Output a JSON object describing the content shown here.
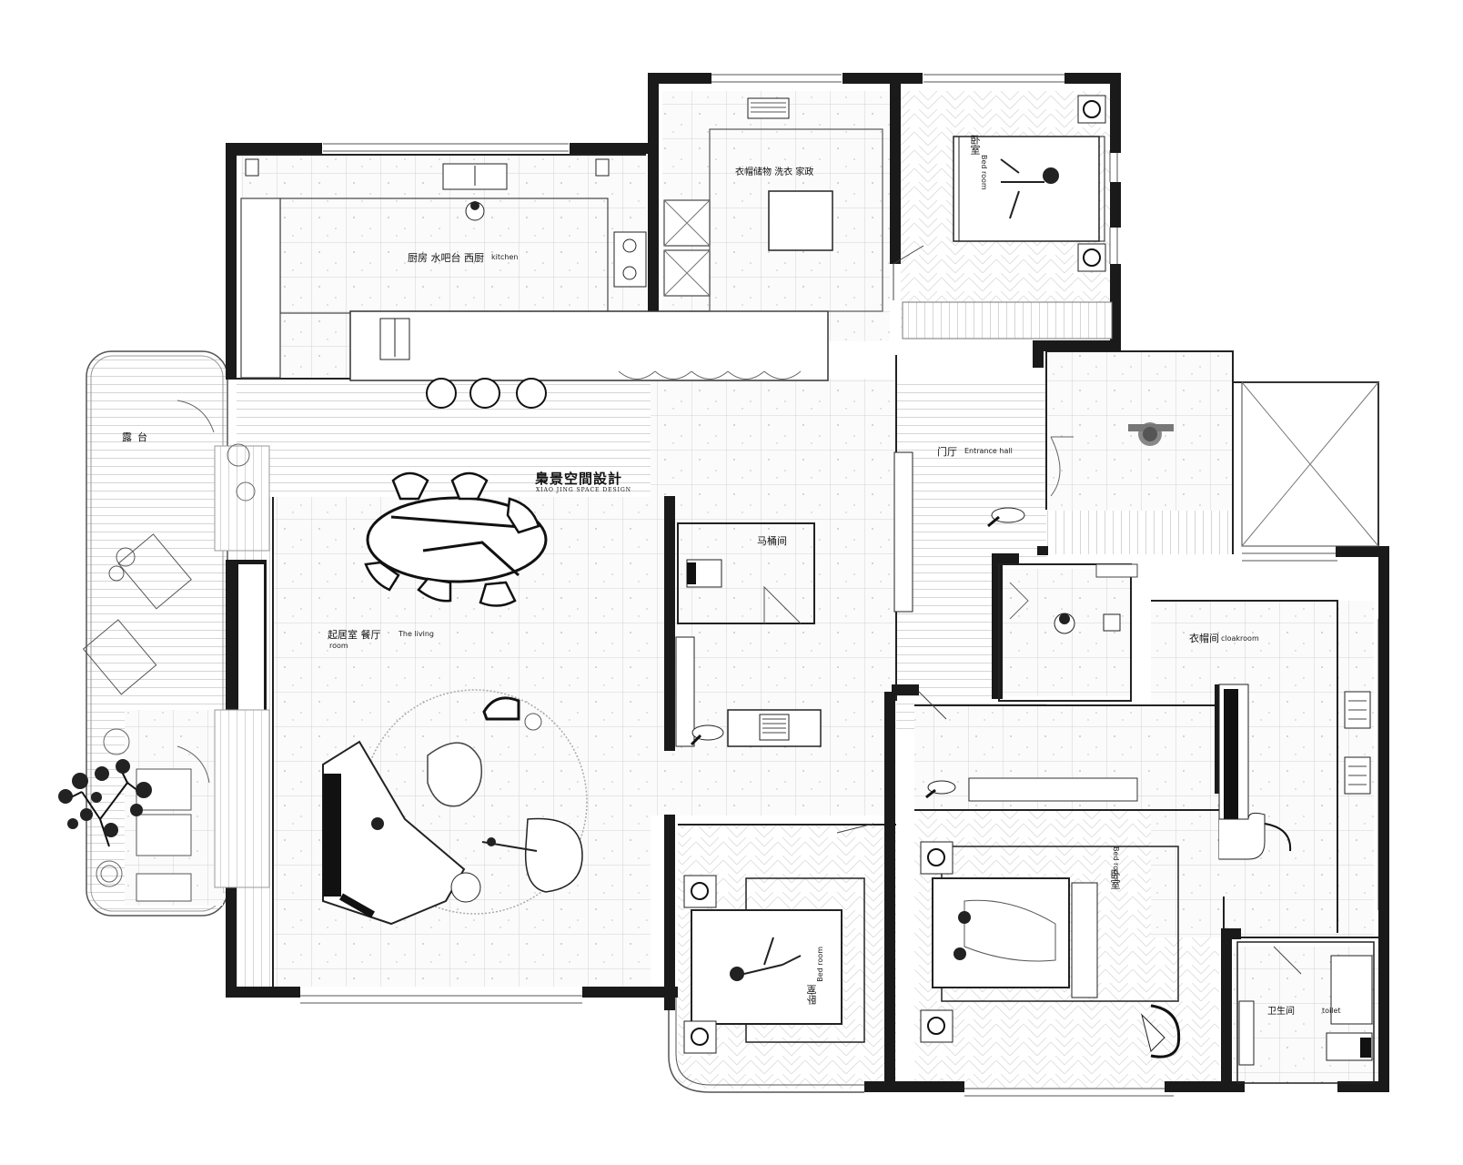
{
  "brand": {
    "name": "梟景空間設計",
    "sub": "XIAO JING SPACE DESIGN"
  },
  "rooms": {
    "terrace": {
      "cn": "露台"
    },
    "kitchen": {
      "cn": "厨房 水吧台 西厨",
      "en": "kitchen"
    },
    "laundry": {
      "cn": "衣帽储物 洗衣 家政"
    },
    "bedroom_top": {
      "cn": "卧室",
      "en": "Bed room"
    },
    "entrance": {
      "cn": "门厅",
      "en": "Entrance hall"
    },
    "toilet_room": {
      "cn": "马桶间"
    },
    "living": {
      "cn": "起居室 餐厅",
      "en1": "The living",
      "en2": "room"
    },
    "cloakroom": {
      "cn": "衣帽间",
      "en": "cloakroom"
    },
    "master_bedroom": {
      "cn": "卧室",
      "en": "Bed room"
    },
    "bedroom_bottom": {
      "cn": "卧室",
      "en": "Bed room"
    },
    "bathroom": {
      "cn": "卫生间",
      "en": "toilet"
    }
  },
  "colors": {
    "wall": "#1a1a1a",
    "line": "#777777",
    "tile": "#cfcfcf",
    "floor": "#fbfbfb"
  }
}
